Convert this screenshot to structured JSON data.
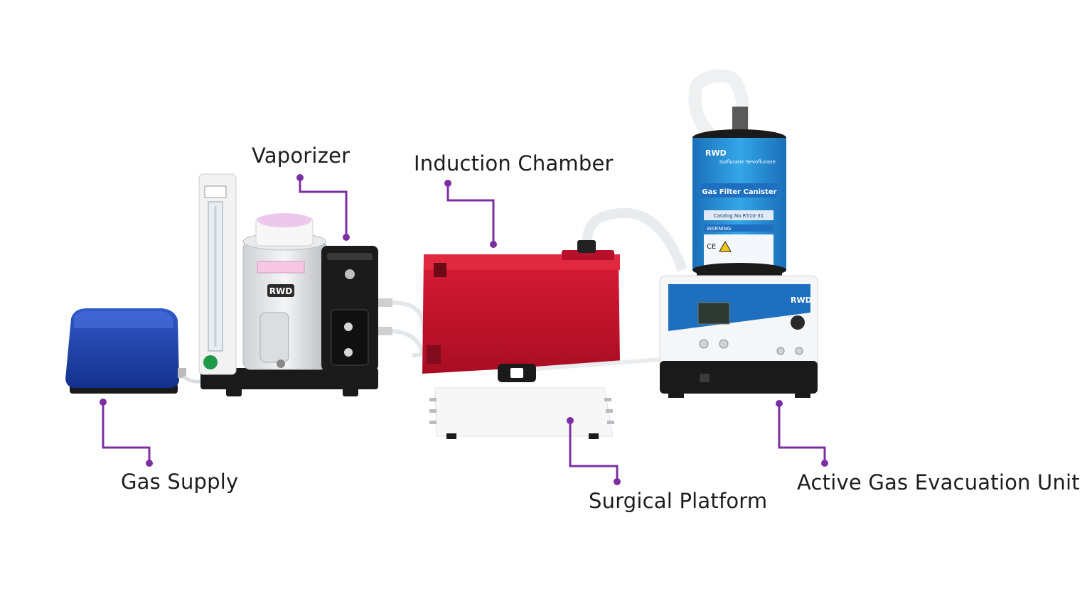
{
  "labels": {
    "vaporizer": "Vaporizer",
    "induction_chamber": "Induction Chamber",
    "gas_supply": "Gas Supply",
    "surgical_platform": "Surgical Platform",
    "evacuation_unit": "Active Gas Evacuation Unit"
  },
  "device_text": {
    "brand": "RWD",
    "canister_title": "Gas Filter Canister",
    "canister_agents": "Isoflurane Sevoflurane",
    "canister_catalog": "Catalog No.R510-31",
    "canister_warning": "WARNING",
    "ce_mark": "CE"
  },
  "colors": {
    "leader_line": "#7b2fa3",
    "gas_supply_blue": "#1c3fa8",
    "chamber_red": "#c8102e",
    "canister_blue": "#1f8fd6",
    "device_black": "#1a1a1a"
  }
}
